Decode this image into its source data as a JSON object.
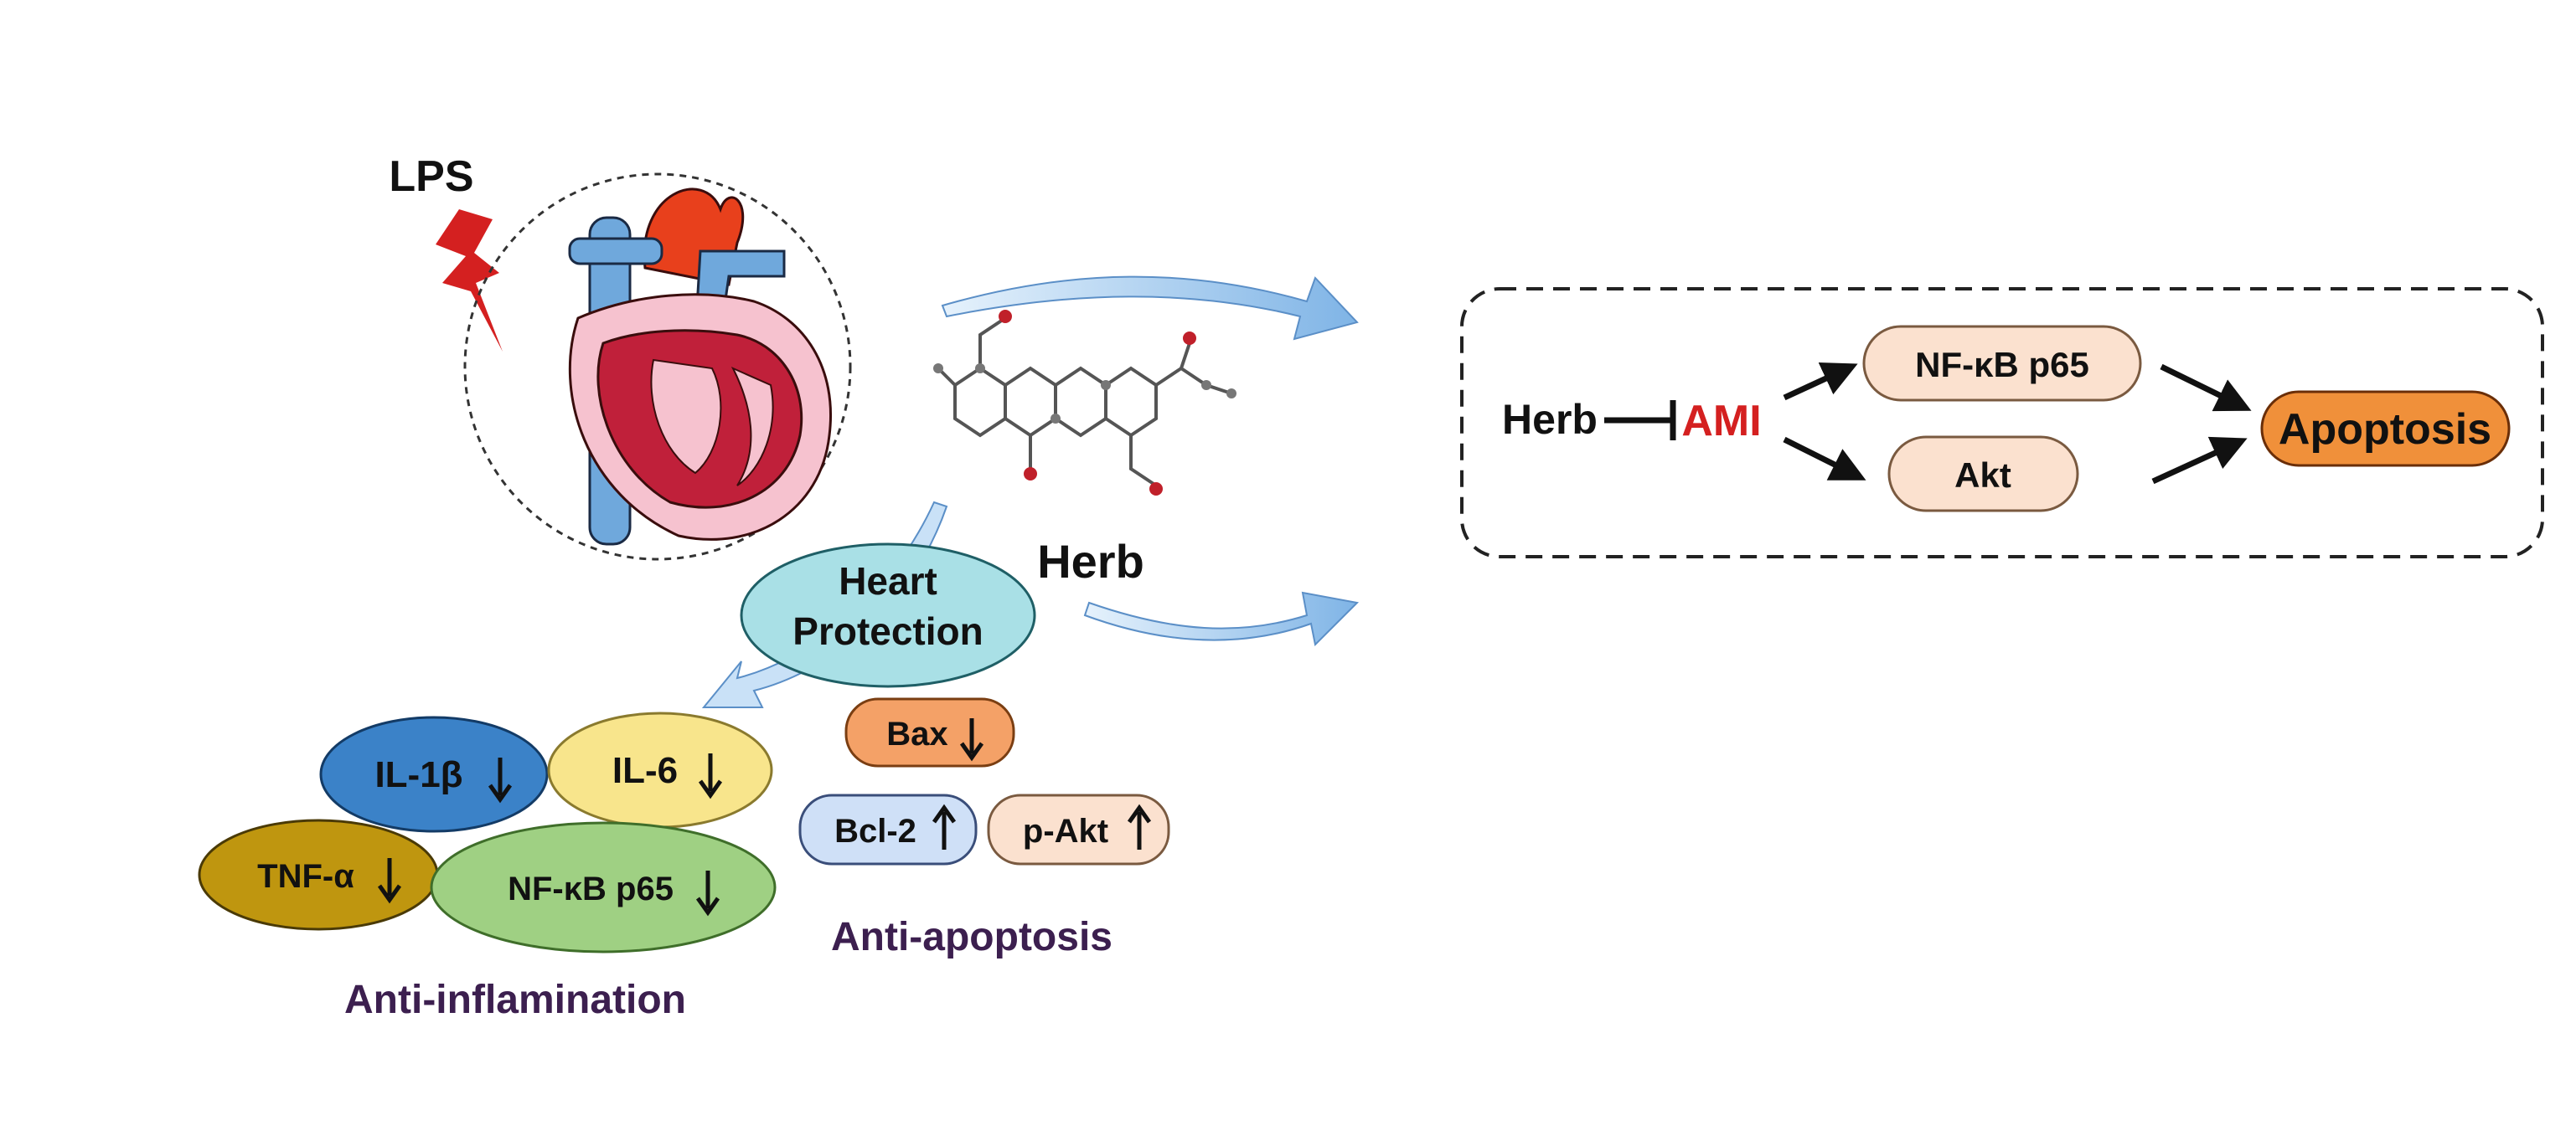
{
  "left_panel": {
    "lps": "LPS",
    "herb": "Herb",
    "heart_protection_line1": "Heart",
    "heart_protection_line2": "Protection",
    "inflammation": {
      "il1b": "IL-1β",
      "il6": "IL-6",
      "tnfa": "TNF-α",
      "nfkb": "NF-κB p65",
      "title": "Anti-inflamination"
    },
    "apoptosis": {
      "bax": "Bax",
      "bcl2": "Bcl-2",
      "pakt": "p-Akt",
      "title": "Anti-apoptosis"
    }
  },
  "mechanism": {
    "herb": "Herb",
    "ami": "AMI",
    "nfkb": "NF-κB p65",
    "akt": "Akt",
    "apoptosis": "Apoptosis"
  },
  "colors": {
    "il1b": "#3b82c8",
    "il6": "#f8e58c",
    "tnfa": "#bf960f",
    "nfkb": "#9fd083",
    "bax": "#f4a167",
    "bcl2": "#cfe0f7",
    "pakt": "#fbe1cf",
    "heart_protection": "#a9e0e6",
    "apoptosis": "#f0903a",
    "ami": "#d42020",
    "title_purple": "#3c1f4f"
  }
}
